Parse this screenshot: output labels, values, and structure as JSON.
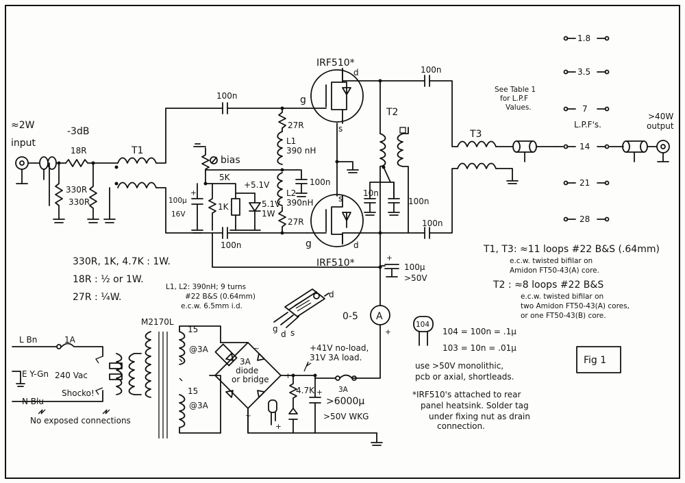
{
  "labels": {
    "input_power": "≈2W",
    "input": "input",
    "attenuator": "-3dB",
    "r18": "18R",
    "r330a": "330R",
    "r330b": "330R",
    "t1": "T1",
    "cap_100n_top": "100n",
    "cap_100n_bot": "100n",
    "bias": "bias",
    "pot_5k": "5K",
    "r27_top": "27R",
    "l1": "L1",
    "l1_val": "390 nH",
    "l2": "L2",
    "l2_val": "390nH",
    "r27_bot": "27R",
    "zener_v": "+5.1V",
    "zener_rating": "5.1V",
    "zener_w": "1W",
    "r1k": "1K",
    "c100u_val": "100μ",
    "c100u_v": "16V",
    "c100n_mid": "100n",
    "irf_top": "IRF510*",
    "irf_bot": "IRF510*",
    "g_top": "g",
    "d_top": "d",
    "s_top": "s",
    "g_bot": "g",
    "d_bot": "d",
    "s_bot": "s",
    "t2": "T2",
    "c10n": "10n",
    "c100n_t2": "100n",
    "cap_100n_out_top": "100n",
    "cap_100n_out_bot": "100n",
    "t3": "T3",
    "c100u_sup": "100μ",
    "c100u_sup_v": ">50V",
    "ammeter": "A",
    "ammeter_range": "0-5",
    "plus": "+",
    "see_table": "See Table 1\nfor L.P.F\nValues.",
    "lpf_title": "L.P.F's.",
    "bands": [
      "1.8",
      "3.5",
      "7",
      "14",
      "21",
      "28"
    ],
    "out_power": ">40W",
    "output": "output",
    "res_notes": [
      "330R, 1K, 4.7K : 1W.",
      "18R : ½ or 1W.",
      "27R : ¼W."
    ],
    "l_notes": [
      "L1, L2: 390nH; 9 turns",
      "#22 B&S (0.64mm)",
      "e.c.w. 6.5mm i.d."
    ],
    "pin_g": "g",
    "pin_d": "d",
    "pin_s": "s",
    "pin_d_tab": "d",
    "transformer": "M2170L",
    "sec1": "15",
    "sec1_a": "@3A",
    "sec2": "15",
    "sec2_a": "@3A",
    "bridge": "3A\ndiode\nor bridge",
    "mains_l": "L Bn",
    "mains_e": "E Y-Gn",
    "mains_n": "N Blu",
    "fuse": "1A",
    "vac": "240 Vac",
    "shock": "Shocko!",
    "no_exposed": "No exposed connections",
    "supply_note": "+41V no-load,\n31V 3A load.",
    "r47k": "4.7K",
    "big_cap": ">6000μ",
    "big_cap_v": ">50V WKG",
    "fuse_3a": "3A",
    "t1t3_note": [
      "T1, T3: ≈11 loops #22 B&S (.64mm)",
      "e.c.w. twisted bifilar on",
      "Amidon FT50-43(A) core."
    ],
    "t2_note": [
      "T2 : ≈8 loops #22 B&S",
      "e.c.w. twisted bifilar on",
      "two Amidon FT50-43(A) cores,",
      "or one FT50-43(B) core."
    ],
    "cap_code": "104",
    "cap_codes": [
      "104 = 100n = .1μ",
      "103 = 10n = .01μ"
    ],
    "cap_use": [
      "use >50V monolithic,",
      "pcb or axial, shortleads."
    ],
    "irf_note": [
      "*IRF510's attached to rear",
      "panel heatsink. Solder tag",
      "under fixing nut as drain",
      "connection."
    ],
    "fig": "Fig 1"
  }
}
